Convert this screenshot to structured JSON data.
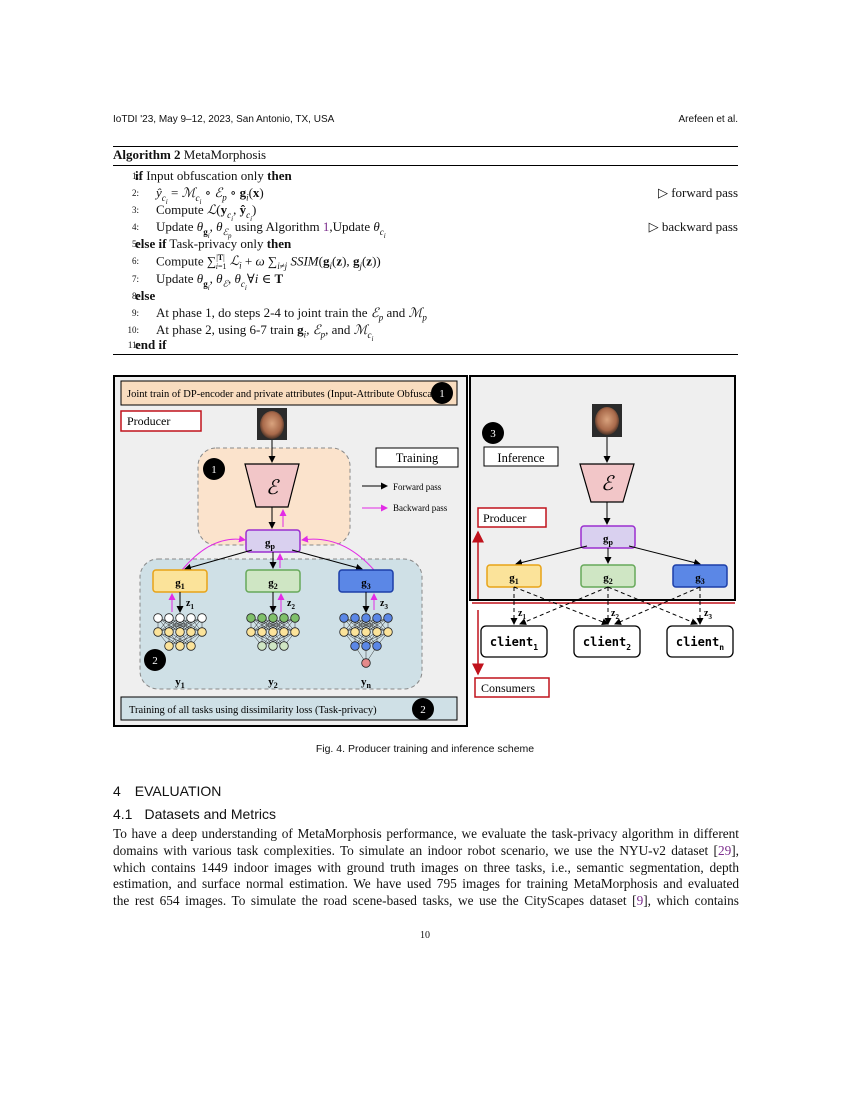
{
  "header": {
    "left": "IoTDI '23, May 9–12, 2023, San Antonio, TX, USA",
    "right": "Arefeen et al."
  },
  "algorithm": {
    "title_bold": "Algorithm 2",
    "title_rest": " MetaMorphosis",
    "lines": [
      {
        "num": "1:",
        "text": "if Input obfuscation only then",
        "comment": ""
      },
      {
        "num": "2:",
        "text": "ŷ_ci = M_ci ∘ E_p ∘ g_i(x)",
        "comment": "▷ forward pass"
      },
      {
        "num": "3:",
        "text": "Compute L(y_ci, ŷ_ci)",
        "comment": ""
      },
      {
        "num": "4:",
        "text": "Update θ_gi, θ_Ep using Algorithm 1,Update θ_ci",
        "comment": "▷ backward pass"
      },
      {
        "num": "5:",
        "text": "else if Task-privacy only then",
        "comment": ""
      },
      {
        "num": "6:",
        "text": "Compute Σ L_i + ω Σ SSIM(g_i(z), g_j(z))",
        "comment": ""
      },
      {
        "num": "7:",
        "text": "Update θ_gi, θ_E, θ_ci ∀i ∈ T",
        "comment": ""
      },
      {
        "num": "8:",
        "text": "else",
        "comment": ""
      },
      {
        "num": "9:",
        "text": "At phase 1, do steps 2-4 to joint train the E_p and M_p",
        "comment": ""
      },
      {
        "num": "10:",
        "text": "At phase 2, using 6-7 train g_i, E_p, and M_ci",
        "comment": ""
      },
      {
        "num": "11:",
        "text": "end if",
        "comment": ""
      }
    ]
  },
  "figure": {
    "caption": "Fig. 4.  Producer training and inference scheme",
    "left_panel": {
      "top_banner": "Joint train of DP-encoder and private attributes (Input-Attribute Obfuscation)",
      "bottom_banner": "Training of all tasks using dissimilarity loss (Task-privacy)",
      "producer_label": "Producer",
      "training_label": "Training",
      "forward_label": "Forward pass",
      "backward_label": "Backward pass",
      "encoder_symbol": "ℰ",
      "gp_label": "g",
      "gp_sub": "p",
      "g_labels": [
        {
          "t": "g",
          "s": "1"
        },
        {
          "t": "g",
          "s": "2"
        },
        {
          "t": "g",
          "s": "3"
        }
      ],
      "z_labels": [
        {
          "t": "z",
          "s": "1"
        },
        {
          "t": "z",
          "s": "2"
        },
        {
          "t": "z",
          "s": "3"
        }
      ],
      "y_labels": [
        {
          "t": "y",
          "s": "1"
        },
        {
          "t": "y",
          "s": "2"
        },
        {
          "t": "y",
          "s": "n"
        }
      ],
      "badges": [
        "1",
        "1",
        "2",
        "2"
      ]
    },
    "right_panel": {
      "inference_label": "Inference",
      "producer_label": "Producer",
      "consumers_label": "Consumers",
      "encoder_symbol": "ℰ",
      "badge": "3",
      "gp_label": "g",
      "gp_sub": "p",
      "g_labels": [
        {
          "t": "g",
          "s": "1"
        },
        {
          "t": "g",
          "s": "2"
        },
        {
          "t": "g",
          "s": "3"
        }
      ],
      "z_labels": [
        {
          "t": "z",
          "s": "1"
        },
        {
          "t": "z",
          "s": "2"
        },
        {
          "t": "z",
          "s": "3"
        }
      ],
      "clients": [
        {
          "t": "client",
          "s": "1"
        },
        {
          "t": "client",
          "s": "2"
        },
        {
          "t": "client",
          "s": "n"
        }
      ]
    },
    "colors": {
      "encoder_fill": "#f2c6c8",
      "gp_fill": "#d9d0ef",
      "g1_fill": "#fbe39a",
      "g2_fill": "#cfe6c4",
      "g3_fill": "#5b87e6",
      "producer_region": "#fbe3cc",
      "task_region": "#cfe0e6",
      "backward_arrow": "#e22be6",
      "consumer_red": "#c0121c"
    }
  },
  "section": {
    "number": "4",
    "title": "EVALUATION",
    "sub_number": "4.1",
    "sub_title": "Datasets and Metrics"
  },
  "paragraph": {
    "lines": [
      "To have a deep understanding of MetaMorphosis performance, we evaluate the task-privacy algorithm in different",
      "domains with various task complexities. To simulate an indoor robot scenario, we use the NYU-v2 dataset [29],",
      "which contains 1449 indoor images with ground truth images on three tasks, i.e., semantic segmentation, depth",
      "estimation, and surface normal estimation. We have used 795 images for training MetaMorphosis and evaluated",
      "the rest 654 images. To simulate the road scene-based tasks, we use the CityScapes dataset [9], which contains"
    ]
  },
  "page_number": "10"
}
